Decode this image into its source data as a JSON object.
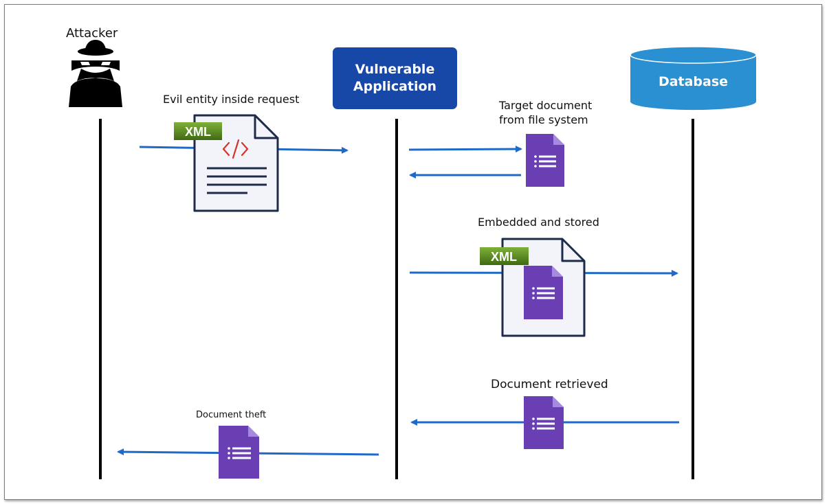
{
  "actors": {
    "attacker": "Attacker",
    "application_line1": "Vulnerable",
    "application_line2": "Application",
    "database": "Database"
  },
  "messages": {
    "evil_request": "Evil entity inside request",
    "target_doc_line1": "Target document",
    "target_doc_line2": "from file system",
    "embedded": "Embedded and stored",
    "retrieved": "Document retrieved",
    "theft": "Document theft"
  },
  "badges": {
    "xml_1": "XML",
    "xml_2": "XML"
  },
  "colors": {
    "arrow": "#1f6ac9",
    "app_box": "#1748a8",
    "database": "#2a90d2",
    "doc_icon": "#6b3fb4",
    "xml_badge": "#5a8a1e",
    "code_icon": "#d7322a",
    "file_outline": "#1d2a4a"
  },
  "icons": [
    "spy-icon",
    "xml-file-icon",
    "document-icon",
    "database-icon"
  ]
}
